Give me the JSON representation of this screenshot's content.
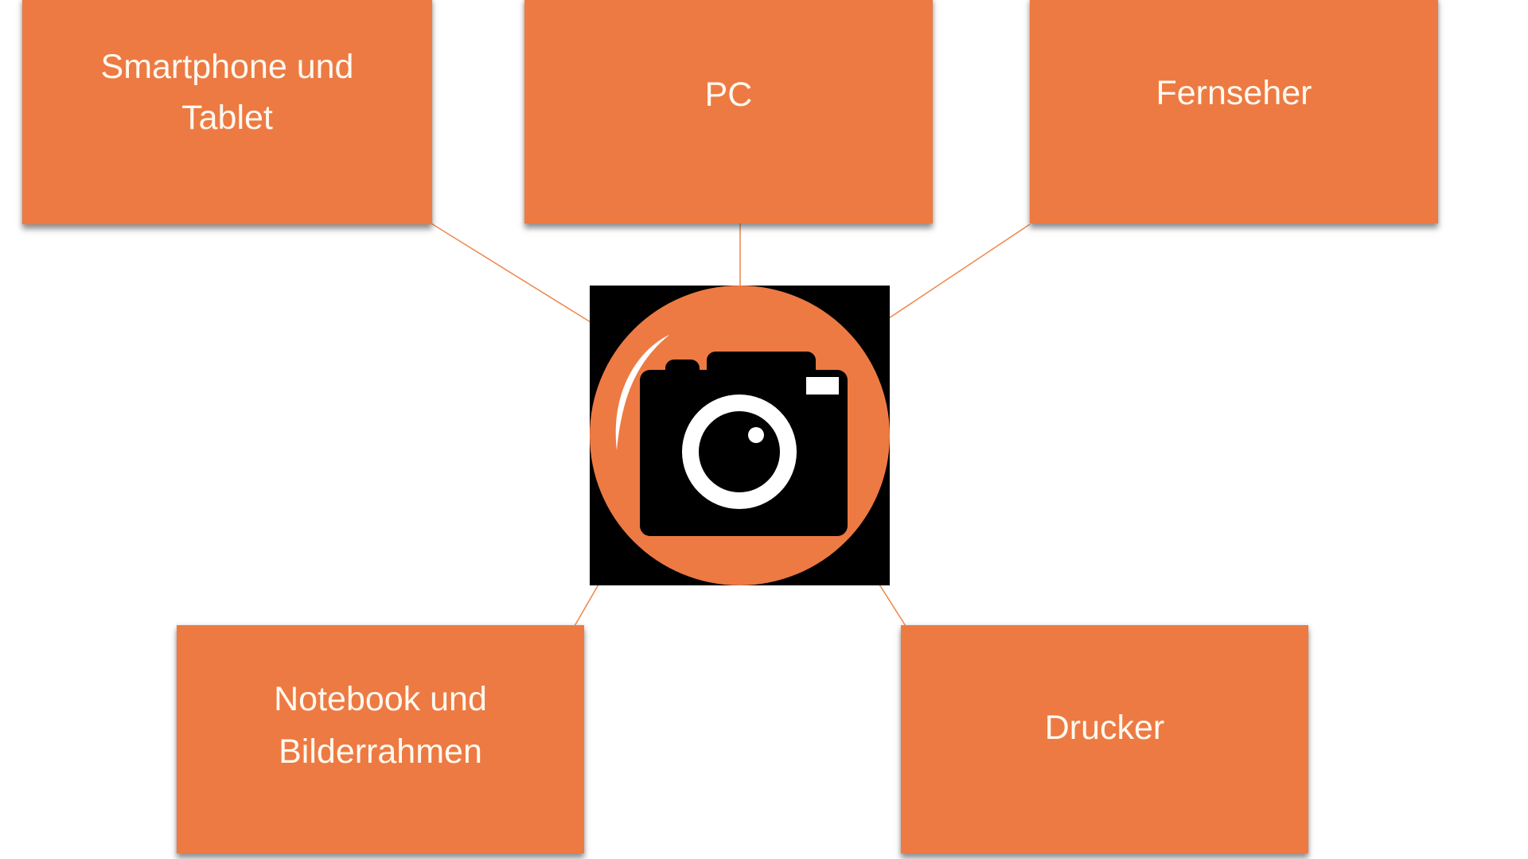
{
  "diagram": {
    "center": {
      "icon": "camera-icon"
    },
    "nodes": [
      {
        "id": "smartphone",
        "lines": [
          "Smartphone und",
          "Tablet"
        ]
      },
      {
        "id": "pc",
        "lines": [
          "PC"
        ]
      },
      {
        "id": "tv",
        "lines": [
          "Fernseher"
        ]
      },
      {
        "id": "notebook",
        "lines": [
          "Notebook und",
          "Bilderrahmen"
        ]
      },
      {
        "id": "printer",
        "lines": [
          "Drucker"
        ]
      }
    ]
  },
  "colors": {
    "node_fill": "#ED7A43",
    "node_text": "#FFF9F0",
    "connector": "#EF8A55",
    "icon_background": "#000000",
    "icon_circle": "#ED7A43",
    "icon_glyph": "#000000",
    "icon_highlight": "#FFFFFF",
    "page_background": "#FFFFFF"
  }
}
